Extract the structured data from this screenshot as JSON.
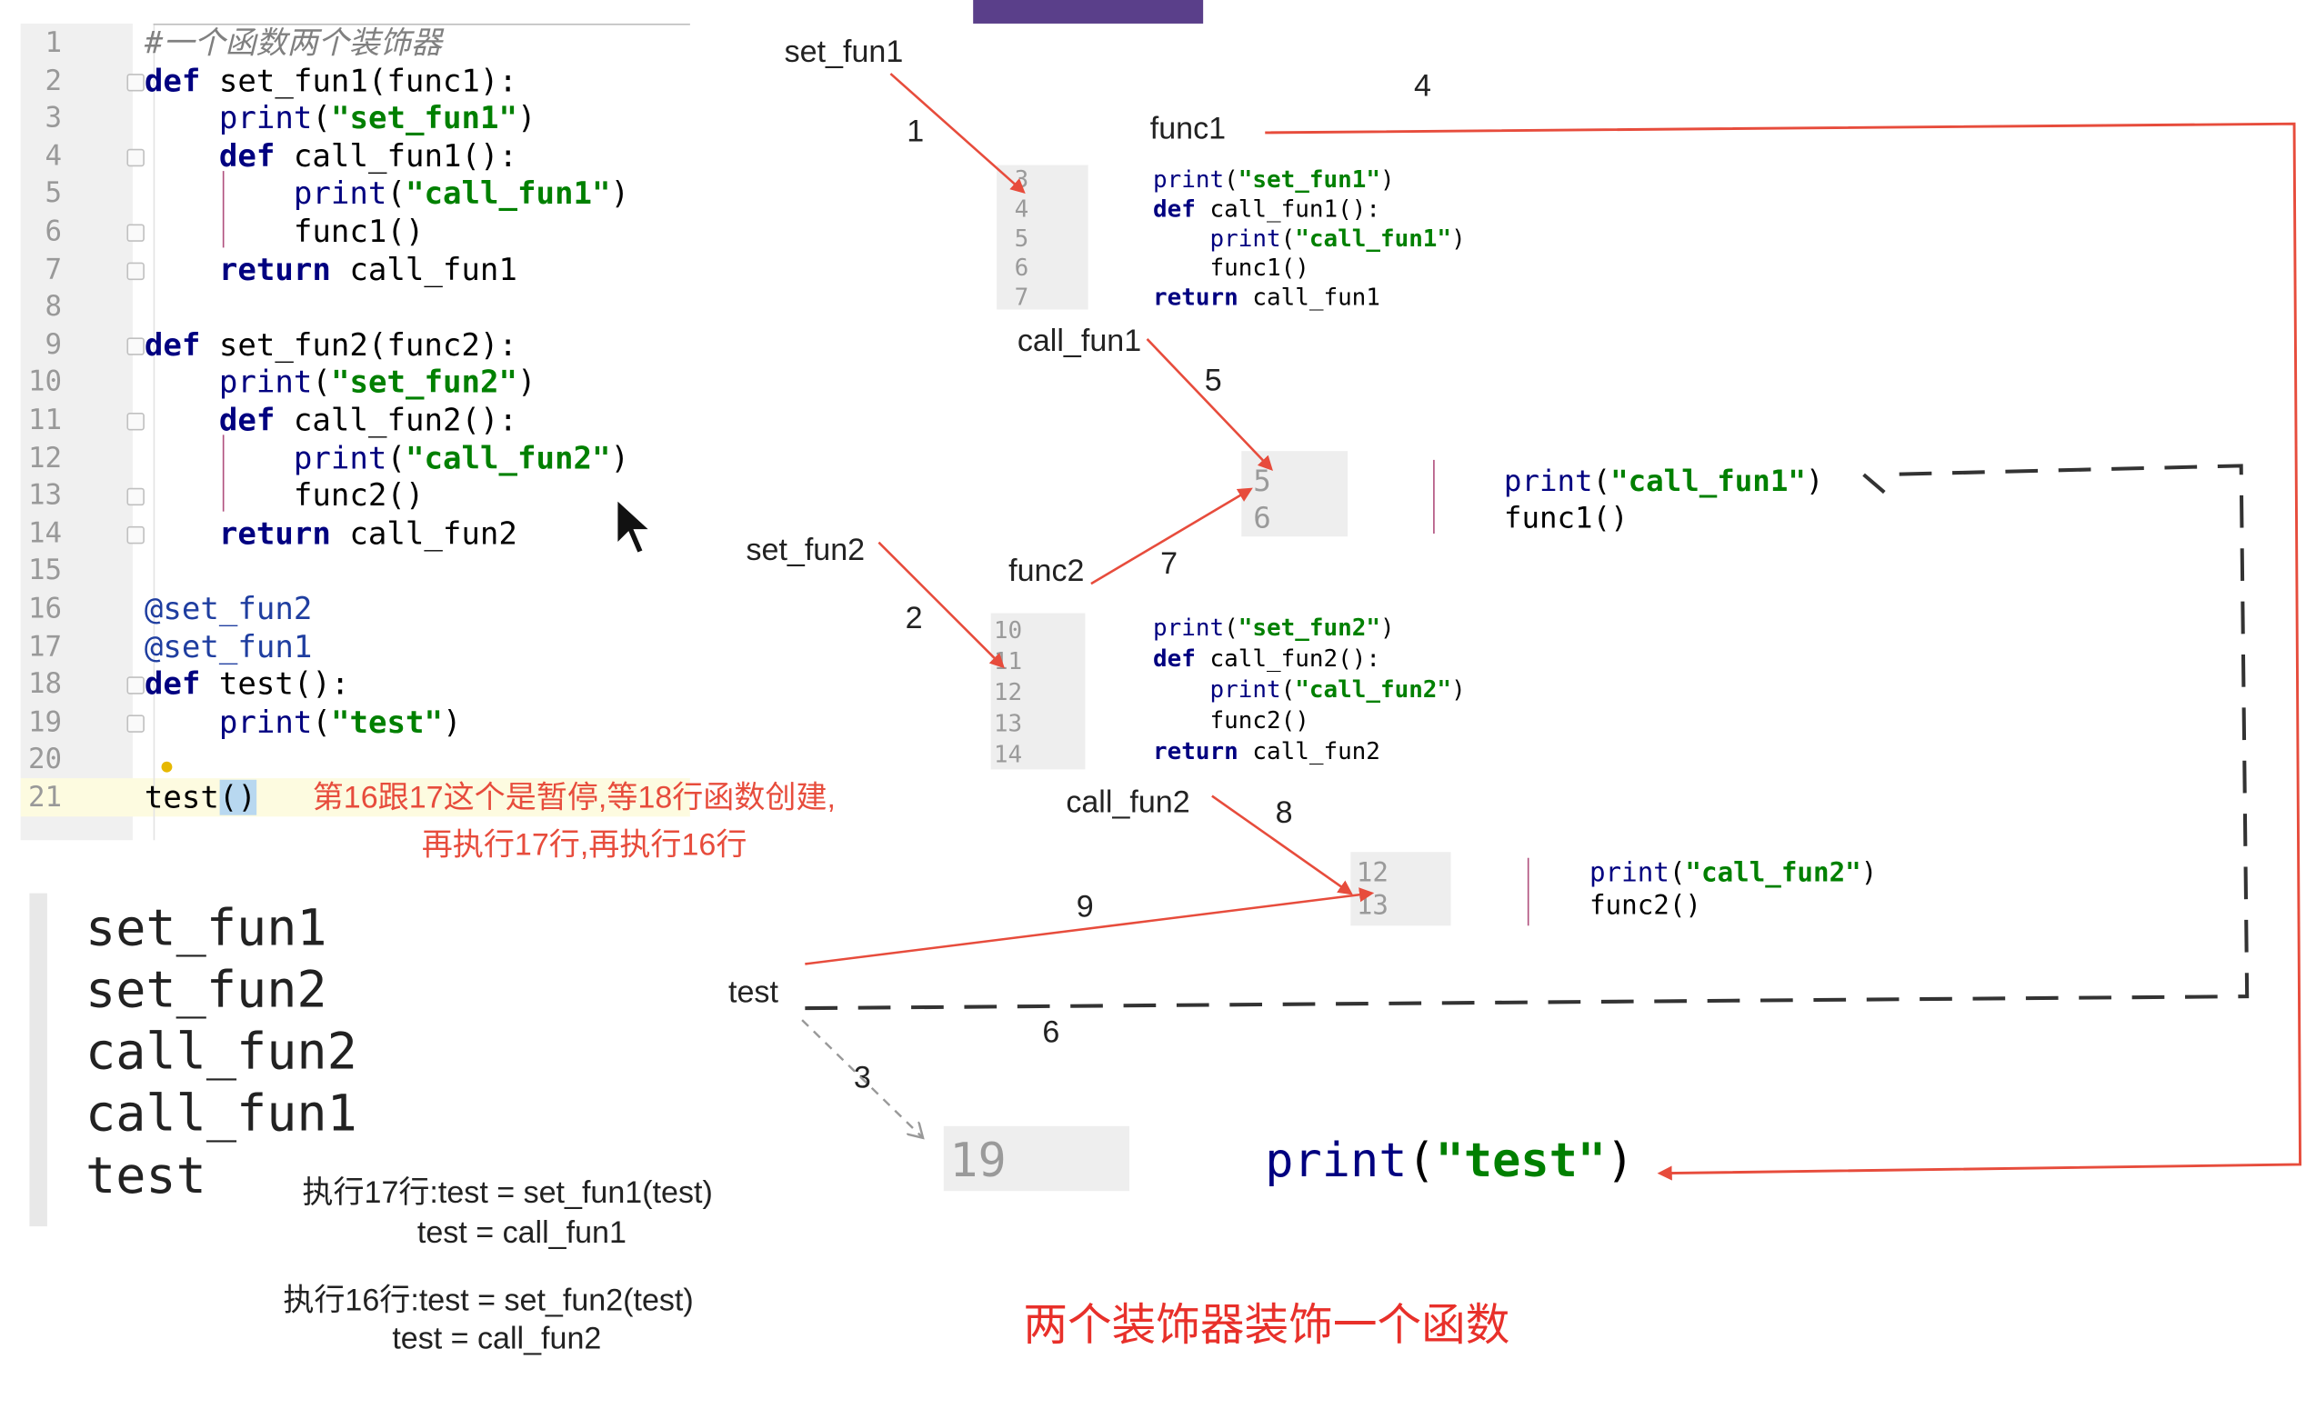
{
  "editor": {
    "lines": [
      {
        "n": "1",
        "tokens": [
          {
            "t": "#一个函数两个装饰器",
            "c": "cmt"
          }
        ]
      },
      {
        "n": "2",
        "tokens": [
          {
            "t": "def",
            "c": "kw"
          },
          {
            "t": " set_fun1(func1):",
            "c": ""
          }
        ]
      },
      {
        "n": "3",
        "tokens": [
          {
            "t": "    ",
            "c": ""
          },
          {
            "t": "print",
            "c": "bi"
          },
          {
            "t": "(",
            "c": ""
          },
          {
            "t": "\"set_fun1\"",
            "c": "str"
          },
          {
            "t": ")",
            "c": ""
          }
        ]
      },
      {
        "n": "4",
        "tokens": [
          {
            "t": "    ",
            "c": ""
          },
          {
            "t": "def",
            "c": "kw"
          },
          {
            "t": " call_fun1():",
            "c": ""
          }
        ]
      },
      {
        "n": "5",
        "tokens": [
          {
            "t": "        ",
            "c": ""
          },
          {
            "t": "print",
            "c": "bi"
          },
          {
            "t": "(",
            "c": ""
          },
          {
            "t": "\"call_fun1\"",
            "c": "str"
          },
          {
            "t": ")",
            "c": ""
          }
        ]
      },
      {
        "n": "6",
        "tokens": [
          {
            "t": "        func1()",
            "c": ""
          }
        ]
      },
      {
        "n": "7",
        "tokens": [
          {
            "t": "    ",
            "c": ""
          },
          {
            "t": "return",
            "c": "kw"
          },
          {
            "t": " call_fun1",
            "c": ""
          }
        ]
      },
      {
        "n": "8",
        "tokens": []
      },
      {
        "n": "9",
        "tokens": [
          {
            "t": "def",
            "c": "kw"
          },
          {
            "t": " set_fun2(func2):",
            "c": ""
          }
        ]
      },
      {
        "n": "10",
        "tokens": [
          {
            "t": "    ",
            "c": ""
          },
          {
            "t": "print",
            "c": "bi"
          },
          {
            "t": "(",
            "c": ""
          },
          {
            "t": "\"set_fun2\"",
            "c": "str"
          },
          {
            "t": ")",
            "c": ""
          }
        ]
      },
      {
        "n": "11",
        "tokens": [
          {
            "t": "    ",
            "c": ""
          },
          {
            "t": "def",
            "c": "kw"
          },
          {
            "t": " call_fun2():",
            "c": ""
          }
        ]
      },
      {
        "n": "12",
        "tokens": [
          {
            "t": "        ",
            "c": ""
          },
          {
            "t": "print",
            "c": "bi"
          },
          {
            "t": "(",
            "c": ""
          },
          {
            "t": "\"call_fun2\"",
            "c": "str"
          },
          {
            "t": ")",
            "c": ""
          }
        ]
      },
      {
        "n": "13",
        "tokens": [
          {
            "t": "        func2()",
            "c": ""
          }
        ]
      },
      {
        "n": "14",
        "tokens": [
          {
            "t": "    ",
            "c": ""
          },
          {
            "t": "return",
            "c": "kw"
          },
          {
            "t": " call_fun2",
            "c": ""
          }
        ]
      },
      {
        "n": "15",
        "tokens": []
      },
      {
        "n": "16",
        "tokens": [
          {
            "t": "@set_fun2",
            "c": "deco"
          }
        ]
      },
      {
        "n": "17",
        "tokens": [
          {
            "t": "@set_fun1",
            "c": "deco"
          }
        ]
      },
      {
        "n": "18",
        "tokens": [
          {
            "t": "def",
            "c": "kw"
          },
          {
            "t": " test():",
            "c": ""
          }
        ]
      },
      {
        "n": "19",
        "tokens": [
          {
            "t": "    ",
            "c": ""
          },
          {
            "t": "print",
            "c": "bi"
          },
          {
            "t": "(",
            "c": ""
          },
          {
            "t": "\"test\"",
            "c": "str"
          },
          {
            "t": ")",
            "c": ""
          }
        ]
      },
      {
        "n": "20",
        "tokens": []
      },
      {
        "n": "21",
        "tokens": [
          {
            "t": "test",
            "c": ""
          },
          {
            "t": "()",
            "c": "hl"
          }
        ]
      }
    ]
  },
  "output": {
    "lines": [
      "set_fun1",
      "set_fun2",
      "call_fun2",
      "call_fun1",
      "test"
    ]
  },
  "notes": {
    "pause_line1": "第16跟17这个是暂停,等18行函数创建,",
    "pause_line2": "再执行17行,再执行16行",
    "exec17_line1": "执行17行:test = set_fun1(test)",
    "exec17_line2": "test = call_fun1",
    "exec16_line1": "执行16行:test = set_fun2(test)",
    "exec16_line2": "test = call_fun2",
    "title": "两个装饰器装饰一个函数"
  },
  "labels": {
    "set_fun1": "set_fun1",
    "func1": "func1",
    "call_fun1": "call_fun1",
    "set_fun2": "set_fun2",
    "func2": "func2",
    "call_fun2": "call_fun2",
    "test": "test"
  },
  "steps": [
    "1",
    "2",
    "3",
    "4",
    "5",
    "6",
    "7",
    "8",
    "9"
  ],
  "snippets": {
    "s1": {
      "nums": [
        "3",
        "4",
        "5",
        "6",
        "7"
      ],
      "lines": [
        [
          {
            "t": "print",
            "c": "bi"
          },
          {
            "t": "(",
            "c": ""
          },
          {
            "t": "\"set_fun1\"",
            "c": "str"
          },
          {
            "t": ")",
            "c": ""
          }
        ],
        [
          {
            "t": "def",
            "c": "kw"
          },
          {
            "t": " call_fun1():",
            "c": ""
          }
        ],
        [
          {
            "t": "    ",
            "c": ""
          },
          {
            "t": "print",
            "c": "bi"
          },
          {
            "t": "(",
            "c": ""
          },
          {
            "t": "\"call_fun1\"",
            "c": "str"
          },
          {
            "t": ")",
            "c": ""
          }
        ],
        [
          {
            "t": "    func1()",
            "c": ""
          }
        ],
        [
          {
            "t": "return",
            "c": "kw"
          },
          {
            "t": " call_fun1",
            "c": ""
          }
        ]
      ]
    },
    "s2": {
      "nums": [
        "5",
        "6"
      ],
      "lines": [
        [
          {
            "t": "print",
            "c": "bi"
          },
          {
            "t": "(",
            "c": ""
          },
          {
            "t": "\"call_fun1\"",
            "c": "str"
          },
          {
            "t": ")",
            "c": ""
          }
        ],
        [
          {
            "t": "func1()",
            "c": ""
          }
        ]
      ]
    },
    "s3": {
      "nums": [
        "10",
        "11",
        "12",
        "13",
        "14"
      ],
      "lines": [
        [
          {
            "t": "print",
            "c": "bi"
          },
          {
            "t": "(",
            "c": ""
          },
          {
            "t": "\"set_fun2\"",
            "c": "str"
          },
          {
            "t": ")",
            "c": ""
          }
        ],
        [
          {
            "t": "def",
            "c": "kw"
          },
          {
            "t": " call_fun2():",
            "c": ""
          }
        ],
        [
          {
            "t": "    ",
            "c": ""
          },
          {
            "t": "print",
            "c": "bi"
          },
          {
            "t": "(",
            "c": ""
          },
          {
            "t": "\"call_fun2\"",
            "c": "str"
          },
          {
            "t": ")",
            "c": ""
          }
        ],
        [
          {
            "t": "    func2()",
            "c": ""
          }
        ],
        [
          {
            "t": "return",
            "c": "kw"
          },
          {
            "t": " call_fun2",
            "c": ""
          }
        ]
      ]
    },
    "s4": {
      "nums": [
        "12",
        "13"
      ],
      "lines": [
        [
          {
            "t": "print",
            "c": "bi"
          },
          {
            "t": "(",
            "c": ""
          },
          {
            "t": "\"call_fun2\"",
            "c": "str"
          },
          {
            "t": ")",
            "c": ""
          }
        ],
        [
          {
            "t": "func2()",
            "c": ""
          }
        ]
      ]
    },
    "s5": {
      "nums": [
        "19"
      ],
      "lines": [
        [
          {
            "t": "print",
            "c": "bi"
          },
          {
            "t": "(",
            "c": ""
          },
          {
            "t": "\"test\"",
            "c": "str"
          },
          {
            "t": ")",
            "c": ""
          }
        ]
      ]
    }
  },
  "colors": {
    "arrow": "#e74c3c",
    "dashed": "#333333",
    "title": "#e8302a"
  }
}
